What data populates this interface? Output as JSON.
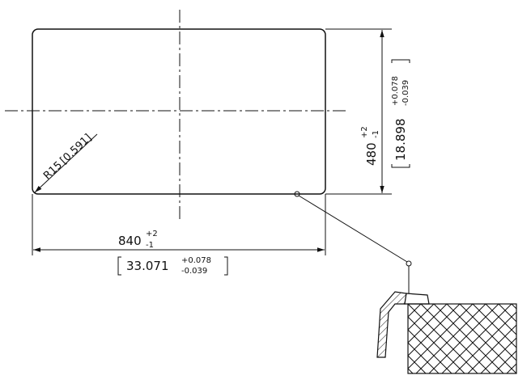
{
  "width_dim": {
    "nominal": "840",
    "tol_upper": "+2",
    "tol_lower": "-1",
    "inch_nominal": "33.071",
    "inch_tol_upper": "+0.078",
    "inch_tol_lower": "-0.039"
  },
  "height_dim": {
    "nominal": "480",
    "tol_upper": "+2",
    "tol_lower": "-1",
    "inch_nominal": "18.898",
    "inch_tol_upper": "+0.078",
    "inch_tol_lower": "-0.039"
  },
  "radius_dim": {
    "label": "R15",
    "inch": "[0.591]"
  }
}
